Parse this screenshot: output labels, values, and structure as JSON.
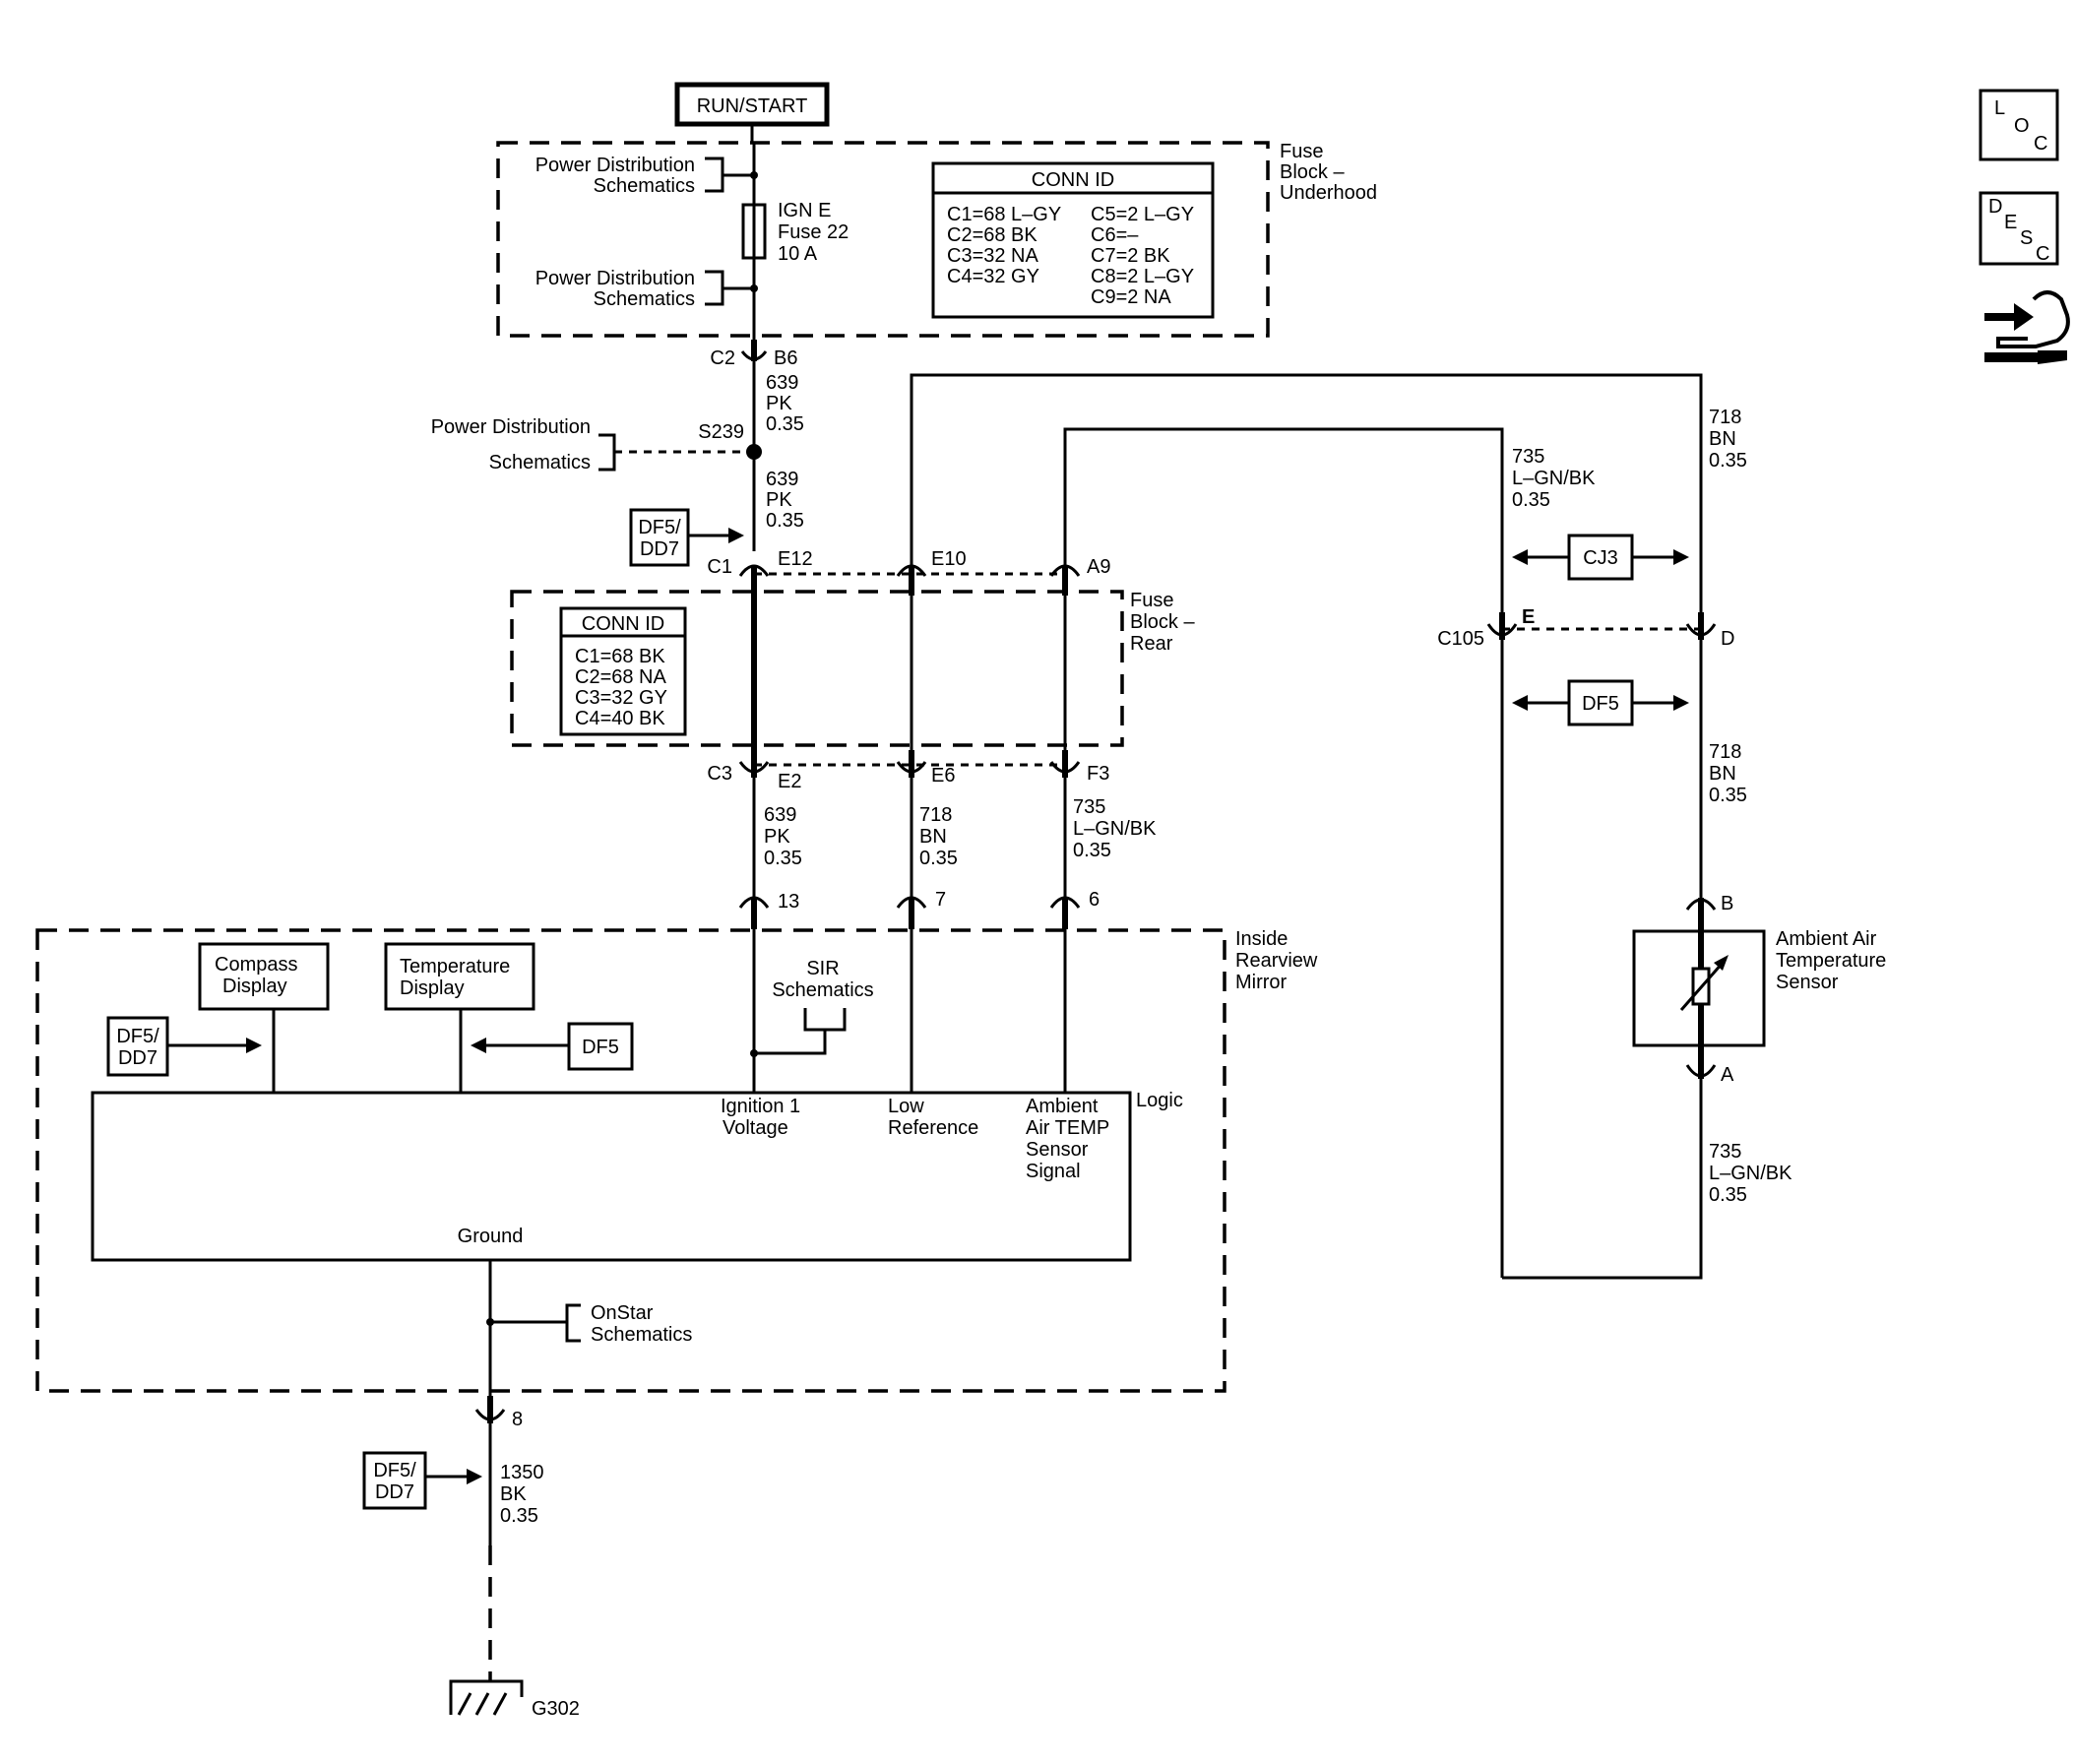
{
  "power": {
    "run_start": "RUN/START"
  },
  "fuse_block_underhood": {
    "title": [
      "Fuse",
      "Block –",
      "Underhood"
    ],
    "power_dist_top": [
      "Power Distribution",
      "Schematics"
    ],
    "power_dist_bottom": [
      "Power Distribution",
      "Schematics"
    ],
    "fuse": [
      "IGN E",
      "Fuse 22",
      "10 A"
    ],
    "conn_id_title": "CONN ID",
    "conn_id_left": [
      "C1=68 L–GY",
      "C2=68 BK",
      "C3=32 NA",
      "C4=32 GY"
    ],
    "conn_id_right": [
      "C5=2 L–GY",
      "C6=–",
      "C7=2 BK",
      "C8=2 L–GY",
      "C9=2 NA"
    ]
  },
  "wiring_top": {
    "c2": "C2",
    "b6": "B6",
    "wire_639_a": [
      "639",
      "PK",
      "0.35"
    ],
    "splice": "S239",
    "power_dist_left": [
      "Power Distribution",
      "Schematics"
    ],
    "wire_639_b": [
      "639",
      "PK",
      "0.35"
    ],
    "df5dd7_a": [
      "DF5/",
      "DD7"
    ],
    "c1": "C1",
    "e12": "E12",
    "e10": "E10",
    "a9": "A9"
  },
  "fuse_block_rear": {
    "title": [
      "Fuse",
      "Block –",
      "Rear"
    ],
    "conn_id_title": "CONN ID",
    "conn_id": [
      "C1=68 BK",
      "C2=68 NA",
      "C3=32 GY",
      "C4=40 BK"
    ]
  },
  "wiring_mid": {
    "c3": "C3",
    "e2": "E2",
    "e6": "E6",
    "f3": "F3",
    "wire_639": [
      "639",
      "PK",
      "0.35"
    ],
    "wire_718": [
      "718",
      "BN",
      "0.35"
    ],
    "wire_735": [
      "735",
      "L–GN/BK",
      "0.35"
    ],
    "pin_13": "13",
    "pin_7": "7",
    "pin_6": "6"
  },
  "right_side": {
    "wire_718_top": [
      "718",
      "BN",
      "0.35"
    ],
    "wire_735_top": [
      "735",
      "L–GN/BK",
      "0.35"
    ],
    "cj3": "CJ3",
    "c105": "C105",
    "pin_e": "E",
    "pin_d": "D",
    "df5": "DF5",
    "wire_718_bottom": [
      "718",
      "BN",
      "0.35"
    ],
    "pin_b": "B",
    "sensor": [
      "Ambient Air",
      "Temperature",
      "Sensor"
    ],
    "pin_a": "A",
    "wire_735_bottom": [
      "735",
      "L–GN/BK",
      "0.35"
    ]
  },
  "mirror": {
    "title": [
      "Inside",
      "Rearview",
      "Mirror"
    ],
    "compass": [
      "Compass",
      "Display"
    ],
    "temperature": [
      "Temperature",
      "Display"
    ],
    "df5dd7": [
      "DF5/",
      "DD7"
    ],
    "df5": "DF5",
    "sir": [
      "SIR",
      "Schematics"
    ],
    "logic": "Logic",
    "ign1": [
      "Ignition 1",
      "Voltage"
    ],
    "lowref": [
      "Low",
      "Reference"
    ],
    "ambient": [
      "Ambient",
      "Air TEMP",
      "Sensor",
      "Signal"
    ],
    "ground": "Ground",
    "onstar": [
      "OnStar",
      "Schematics"
    ]
  },
  "ground_section": {
    "pin_8": "8",
    "df5dd7": [
      "DF5/",
      "DD7"
    ],
    "wire_1350": [
      "1350",
      "BK",
      "0.35"
    ],
    "g302": "G302"
  },
  "nav_icons": {
    "loc": [
      "L",
      "O",
      "C"
    ],
    "desc": [
      "D",
      "E",
      "S",
      "C"
    ]
  }
}
